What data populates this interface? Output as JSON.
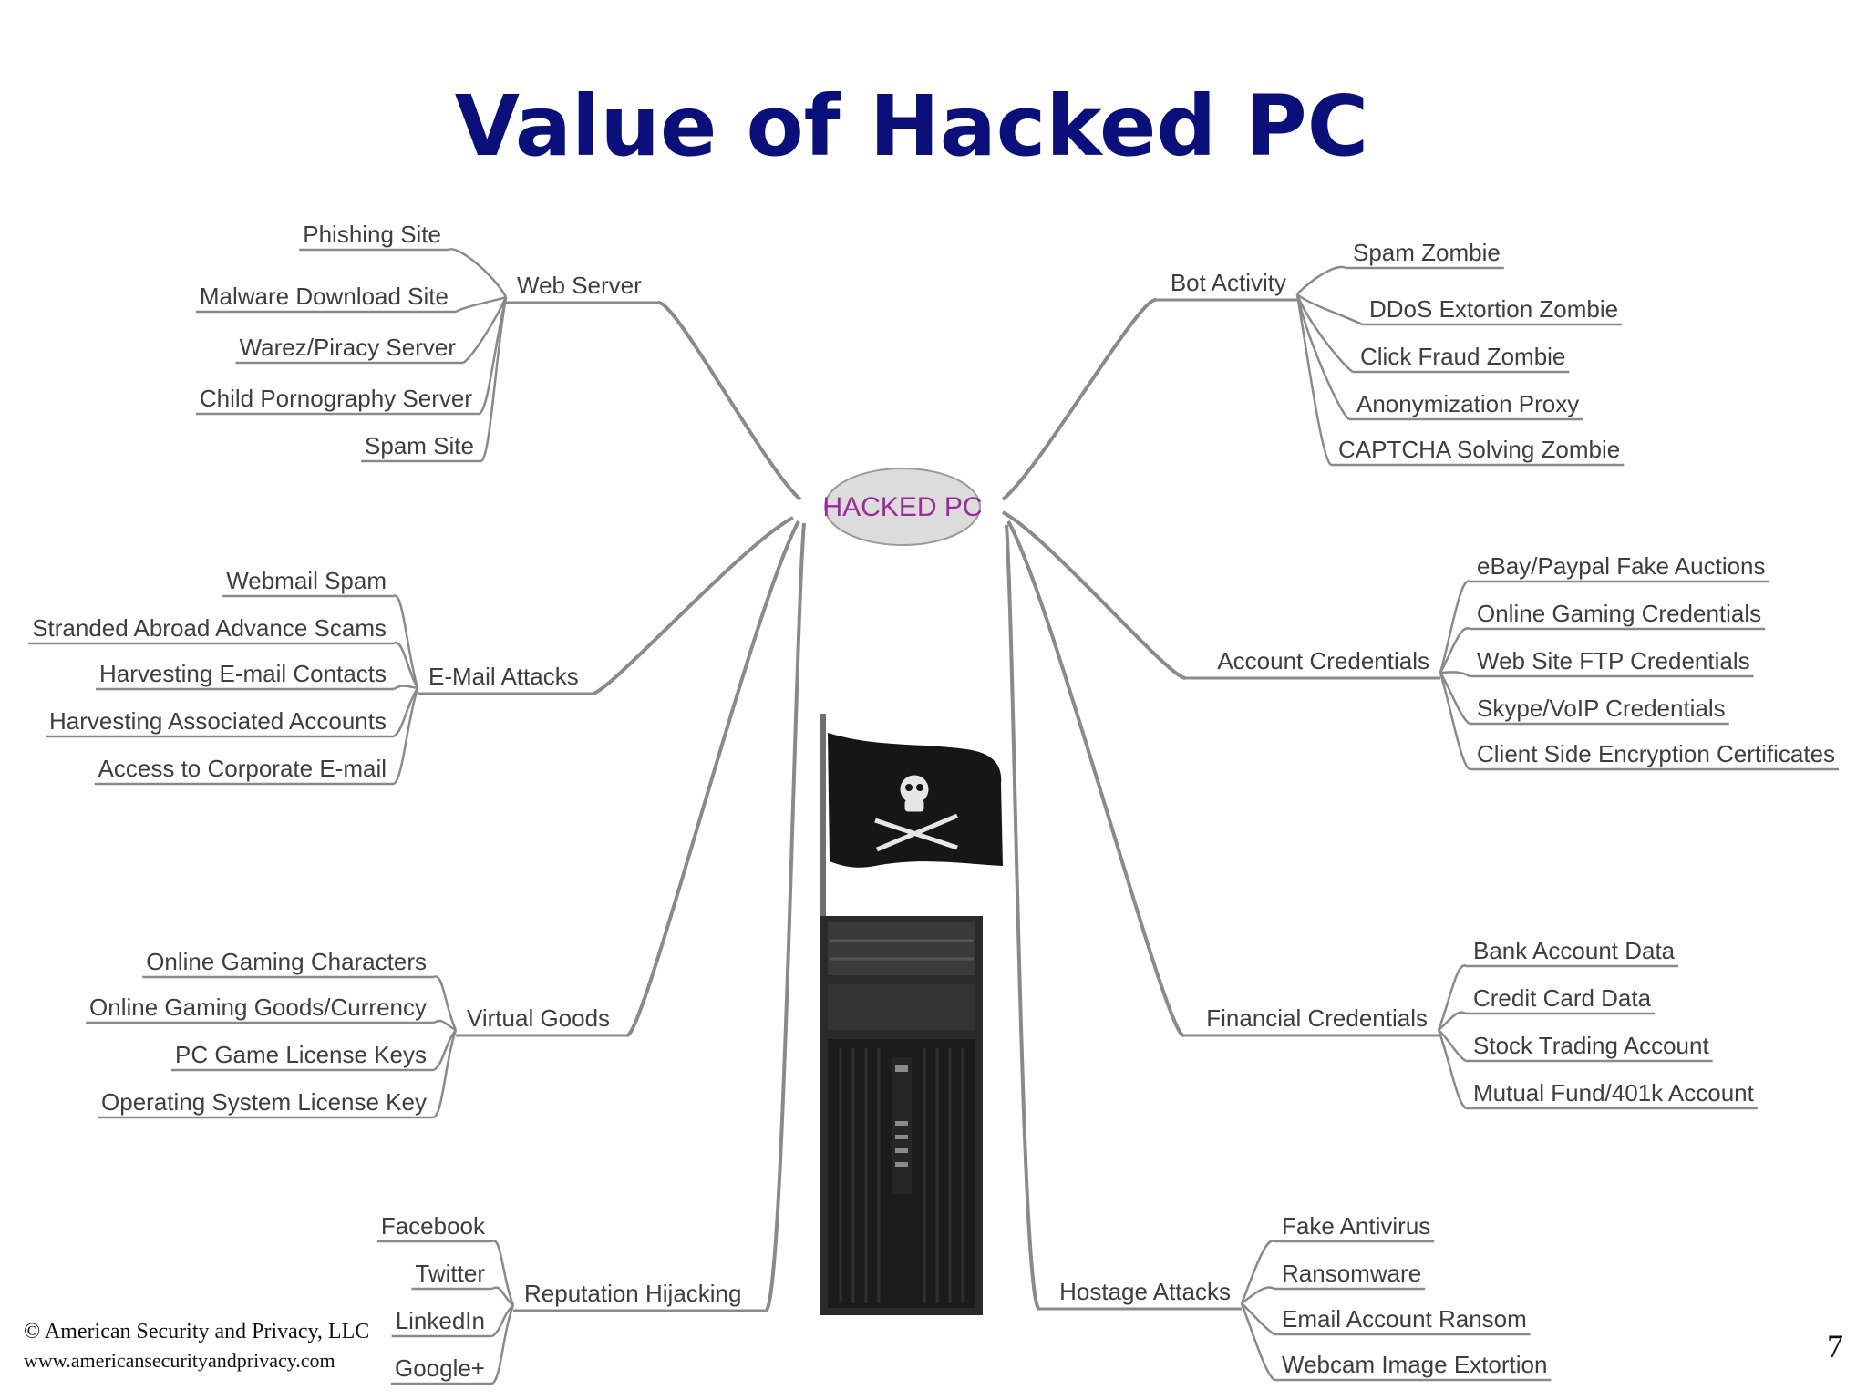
{
  "title": "Value of Hacked PC",
  "center": {
    "label": "HACKED PC",
    "color": "#9b2a9b"
  },
  "colors": {
    "title": "#0a0f7a",
    "branch_text": "#3e3e3e",
    "line": "#8a8a8a",
    "center_fill": "#dcdcdc"
  },
  "branches": [
    {
      "id": "web-server",
      "label": "Web Server",
      "side": "left",
      "items": [
        "Phishing Site",
        "Malware Download Site",
        "Warez/Piracy Server",
        "Child Pornography Server",
        "Spam Site"
      ]
    },
    {
      "id": "email-attacks",
      "label": "E-Mail Attacks",
      "side": "left",
      "items": [
        "Webmail Spam",
        "Stranded Abroad Advance Scams",
        "Harvesting E-mail Contacts",
        "Harvesting Associated Accounts",
        "Access to Corporate E-mail"
      ]
    },
    {
      "id": "virtual-goods",
      "label": "Virtual Goods",
      "side": "left",
      "items": [
        "Online Gaming Characters",
        "Online Gaming Goods/Currency",
        "PC Game License Keys",
        "Operating System License Key"
      ]
    },
    {
      "id": "reputation-hijacking",
      "label": "Reputation Hijacking",
      "side": "left",
      "items": [
        "Facebook",
        "Twitter",
        "LinkedIn",
        "Google+"
      ]
    },
    {
      "id": "bot-activity",
      "label": "Bot Activity",
      "side": "right",
      "items": [
        "Spam Zombie",
        "DDoS Extortion Zombie",
        "Click Fraud Zombie",
        "Anonymization Proxy",
        "CAPTCHA Solving Zombie"
      ]
    },
    {
      "id": "account-credentials",
      "label": "Account Credentials",
      "side": "right",
      "items": [
        "eBay/Paypal Fake Auctions",
        "Online Gaming Credentials",
        "Web Site FTP Credentials",
        "Skype/VoIP Credentials",
        "Client Side Encryption Certificates"
      ]
    },
    {
      "id": "financial-credentials",
      "label": "Financial Credentials",
      "side": "right",
      "items": [
        "Bank Account Data",
        "Credit Card Data",
        "Stock Trading Account",
        "Mutual Fund/401k Account"
      ]
    },
    {
      "id": "hostage-attacks",
      "label": "Hostage Attacks",
      "side": "right",
      "items": [
        "Fake Antivirus",
        "Ransomware",
        "Email Account Ransom",
        "Webcam Image Extortion"
      ]
    }
  ],
  "illustration": {
    "flag": "pirate-flag-icon",
    "computer": "pc-tower-icon"
  },
  "footer": {
    "copyright": "© American Security and Privacy, LLC",
    "url": "www.americansecurityandprivacy.com"
  },
  "page_number": "7"
}
